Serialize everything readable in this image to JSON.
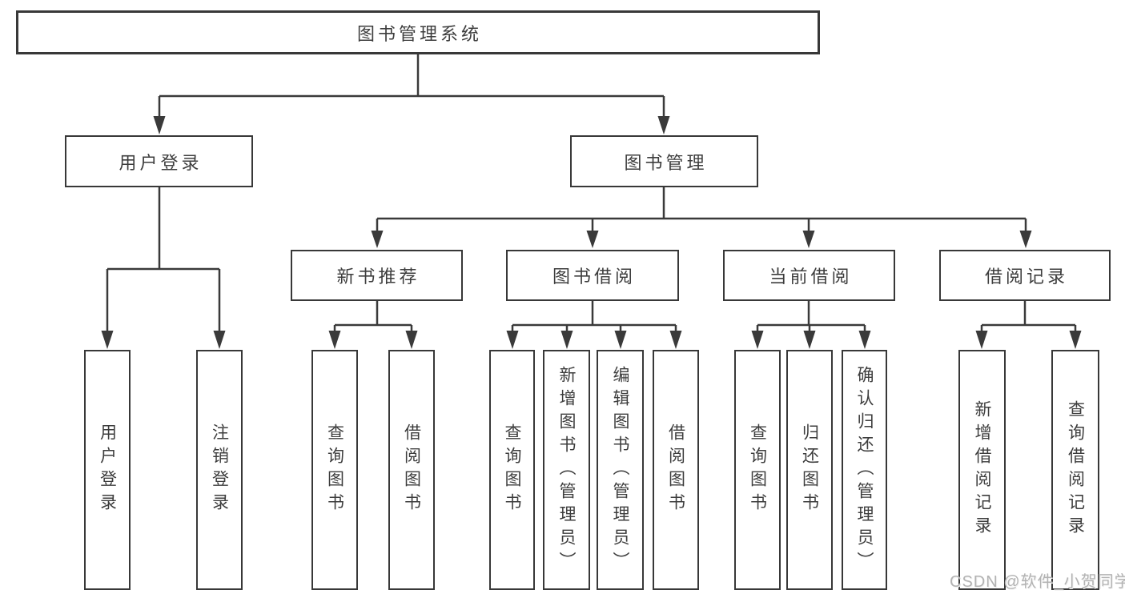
{
  "tree": {
    "root": "图书管理系统",
    "user_login": {
      "label": "用户登录",
      "children": [
        "用户登录",
        "注销登录"
      ]
    },
    "book_mgmt": {
      "label": "图书管理",
      "new_books": {
        "label": "新书推荐",
        "children": [
          "查询图书",
          "借阅图书"
        ]
      },
      "borrowing": {
        "label": "图书借阅",
        "children": [
          "查询图书",
          "新增图书（管理员）",
          "编辑图书（管理员）",
          "借阅图书"
        ]
      },
      "current": {
        "label": "当前借阅",
        "children": [
          "查询图书",
          "归还图书",
          "确认归还（管理员）"
        ]
      },
      "records": {
        "label": "借阅记录",
        "children": [
          "新增借阅记录",
          "查询借阅记录"
        ]
      }
    }
  },
  "watermark": "CSDN @软件_小贺同学",
  "colors": {
    "line": "#3a3a3a",
    "border": "#383838",
    "text": "#3d3d3d",
    "watermark": "#b3b3b3"
  }
}
